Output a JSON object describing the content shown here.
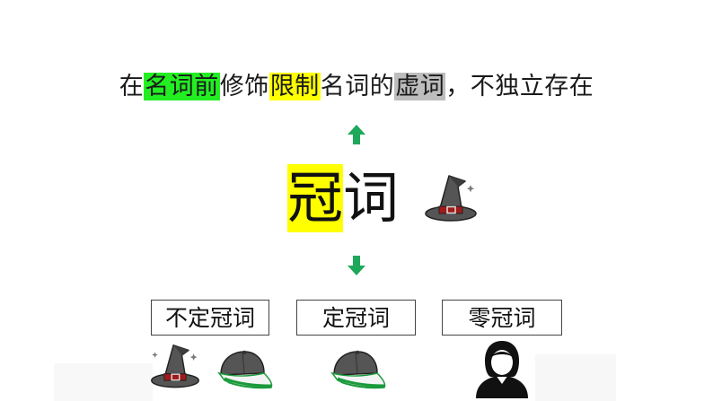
{
  "definition": {
    "segments": [
      {
        "text": "在",
        "highlight": "none"
      },
      {
        "text": "名词前",
        "highlight": "green"
      },
      {
        "text": "修饰",
        "highlight": "none"
      },
      {
        "text": "限制",
        "highlight": "yellow"
      },
      {
        "text": "名词的",
        "highlight": "none"
      },
      {
        "text": "虚词",
        "highlight": "gray"
      },
      {
        "text": "，不独立存在",
        "highlight": "none"
      }
    ]
  },
  "main_term": {
    "first_char": "冠",
    "second_char": "词",
    "icon": "witch-hat-icon"
  },
  "categories": [
    {
      "label": "不定冠词",
      "icons": [
        "witch-hat-icon",
        "cap-icon"
      ]
    },
    {
      "label": "定冠词",
      "icons": [
        "cap-icon"
      ]
    },
    {
      "label": "零冠词",
      "icons": [
        "person-icon"
      ]
    }
  ],
  "colors": {
    "green_highlight": "#22ee22",
    "yellow_highlight": "#ffff00",
    "gray_highlight": "#bdbdbd",
    "arrow": "#1ea85a"
  }
}
